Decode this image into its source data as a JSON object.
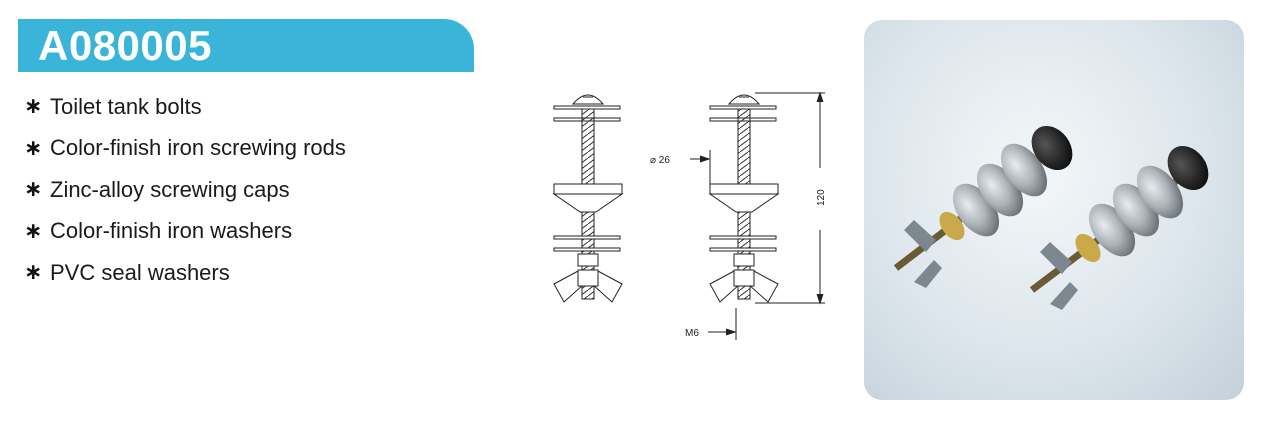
{
  "header": {
    "model_code": "A080005",
    "banner_color": "#3ab4d8"
  },
  "features": {
    "bullet": "∗",
    "items": [
      "Toilet tank bolts",
      "Color-finish iron screwing rods",
      "Zinc-alloy screwing caps",
      "Color-finish iron washers",
      "PVC seal washers"
    ]
  },
  "drawing": {
    "diameter_label": "⌀ 26",
    "length_label": "120",
    "thread_label": "M6"
  }
}
